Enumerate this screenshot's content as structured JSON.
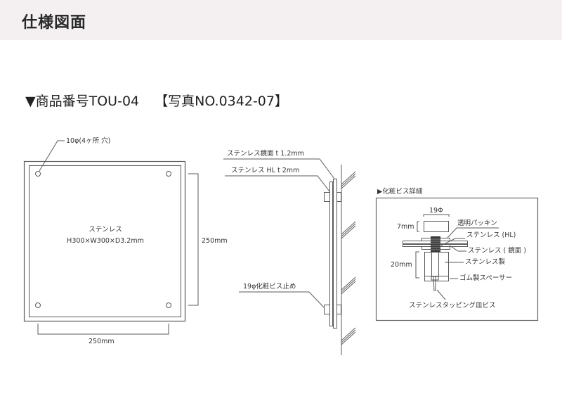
{
  "header": {
    "title": "仕様図面",
    "background": "#f4f0f1"
  },
  "product": {
    "marker_icon": "triangle-down-icon",
    "marker": "▼",
    "name": "商品番号TOU-04",
    "photo_ref": "【写真NO.0342-07】"
  },
  "front_view": {
    "hole_note": "10φ(4ヶ所 穴)",
    "material": "ステンレス",
    "dimensions": "H300×W300×D3.2mm",
    "height_dimension": "250mm",
    "width_dimension": "250mm"
  },
  "side_view": {
    "labels": {
      "mirror_plate": "ステンレス鏡面  t 1.2mm",
      "hl_plate": "ステンレス HL  t 2mm",
      "screw": "19φ化粧ビス止め"
    }
  },
  "detail": {
    "marker_icon": "triangle-right-icon",
    "marker": "▶",
    "title": "化粧ビス詳細",
    "diameter": "19Φ",
    "cap_height": "7mm",
    "spacer_height": "20mm",
    "labels": {
      "packing": "透明パッキン",
      "hl": "ステンレス (HL)",
      "mirror": "ステンレス ( 鏡面 )",
      "steel": "ステンレス製",
      "rubber_spacer": "ゴム製スペーサー",
      "tapping_screw": "ステンレスタッピング皿ビス"
    }
  },
  "colors": {
    "line": "#555555",
    "text": "#333333"
  }
}
